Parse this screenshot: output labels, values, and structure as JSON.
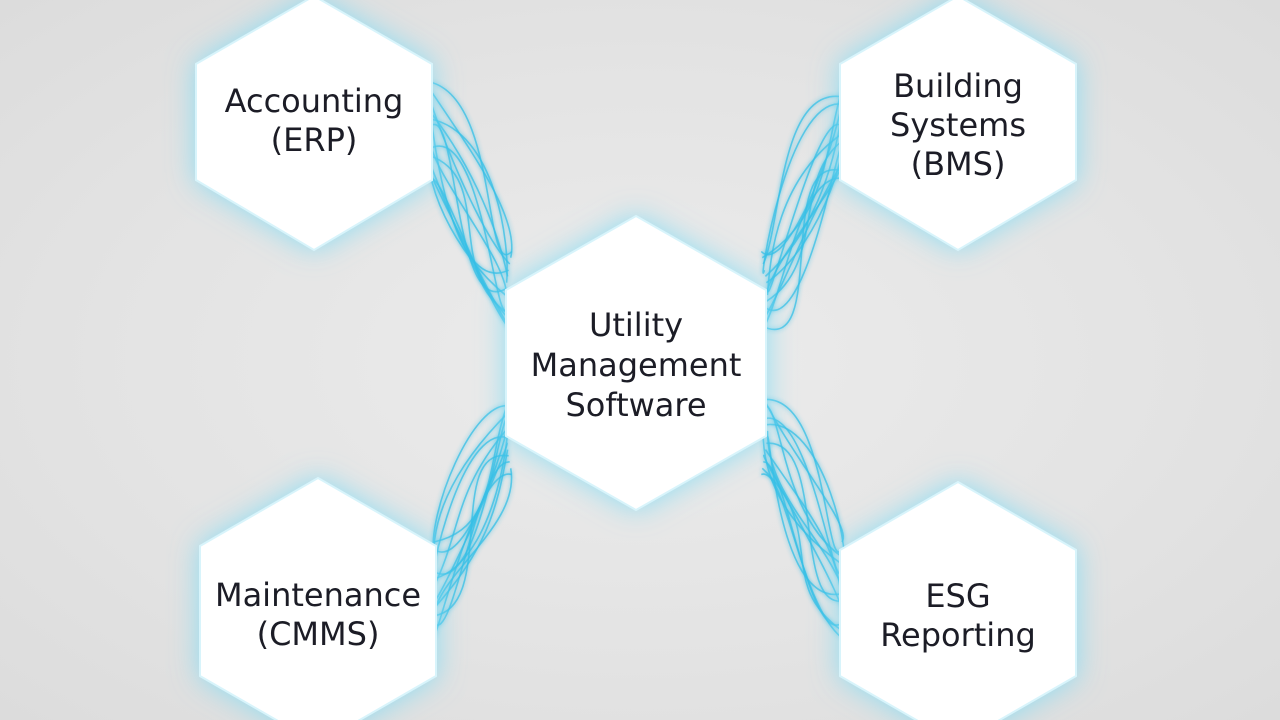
{
  "nodes": {
    "center": {
      "lines": [
        "Utility",
        "Management",
        "Software"
      ]
    },
    "top_left": {
      "lines": [
        "Accounting",
        "(ERP)"
      ]
    },
    "top_right": {
      "lines": [
        "Building",
        "Systems",
        "(BMS)"
      ]
    },
    "bottom_left": {
      "lines": [
        "Maintenance",
        "(CMMS)"
      ]
    },
    "bottom_right": {
      "lines": [
        "ESG",
        "Reporting"
      ]
    }
  },
  "colors": {
    "background": "#e4e4e4",
    "hex_fill": "#ffffff",
    "connector": "#35bfe6",
    "glow": "#7fdcf5",
    "text": "#1a1f26"
  }
}
